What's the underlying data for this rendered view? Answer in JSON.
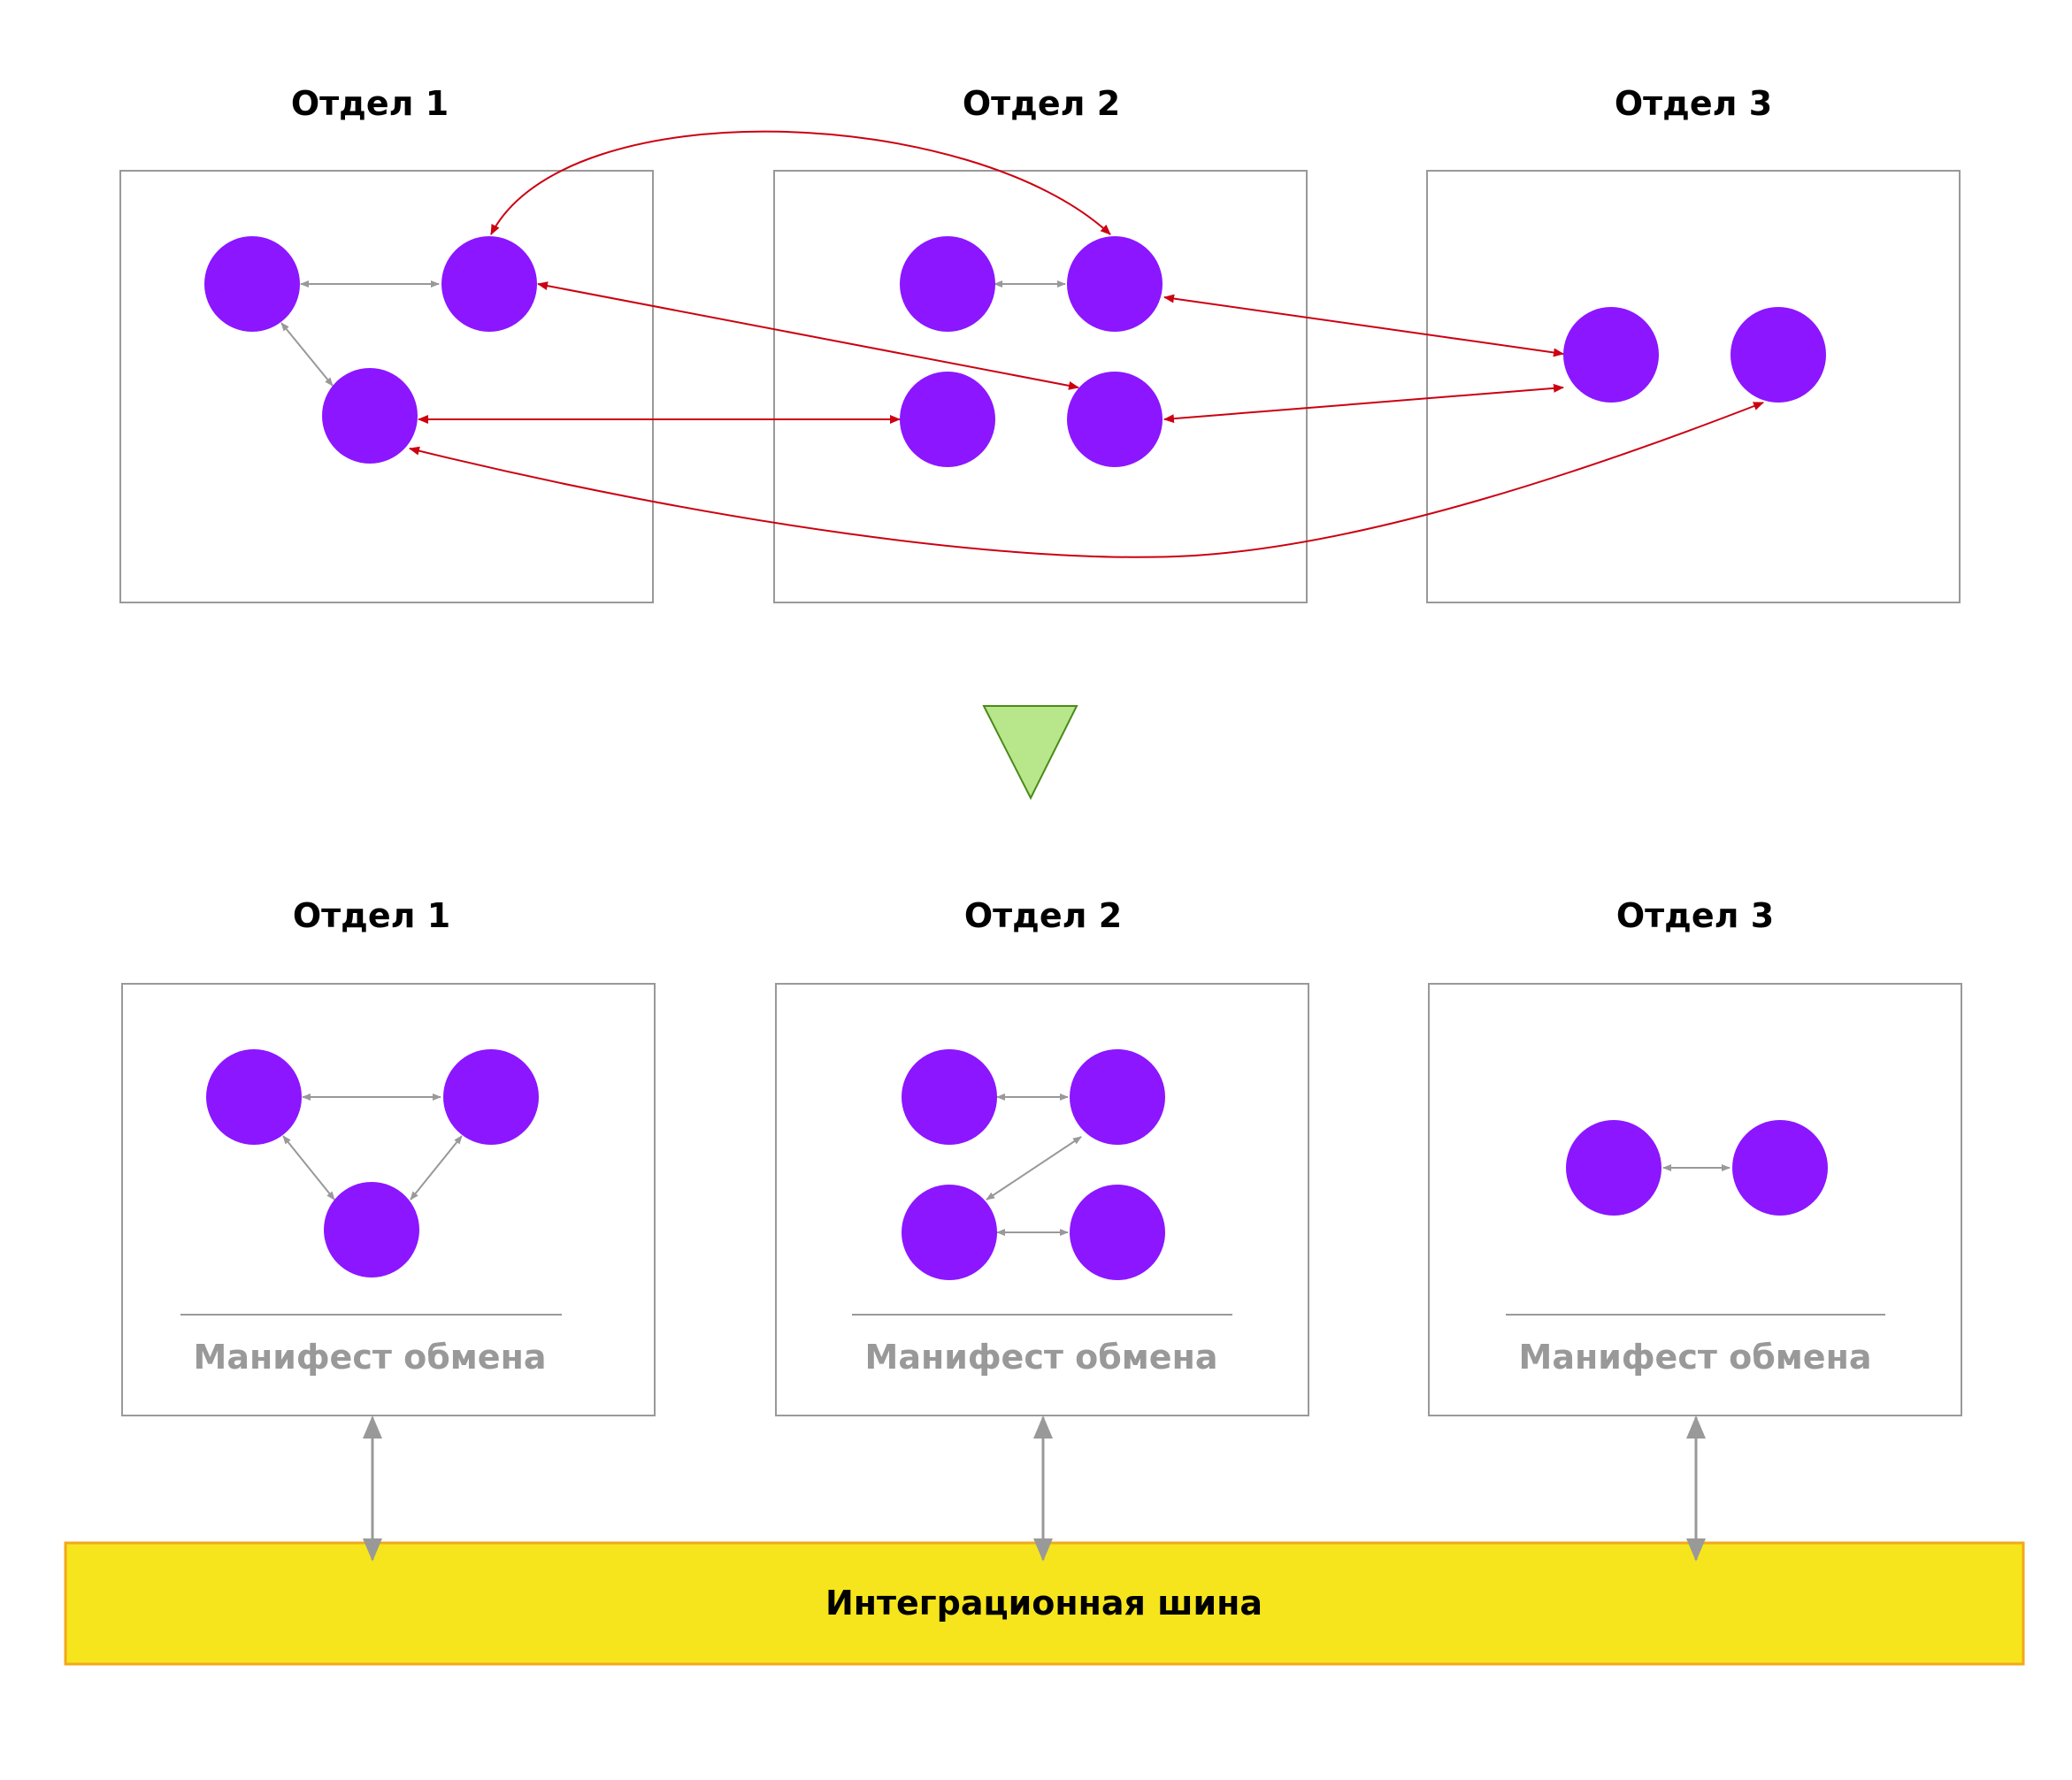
{
  "colors": {
    "node": "#8b16ff",
    "internal_link": "#999999",
    "cross_link": "#cc0011",
    "box_border": "#999999",
    "divider": "#999999",
    "bus_fill": "#f6e51c",
    "bus_border": "#f2a81e",
    "transition_fill": "#b8e68a",
    "transition_border": "#4a8a1a"
  },
  "before": {
    "departments": [
      {
        "title": "Отдел 1",
        "node_count": 3
      },
      {
        "title": "Отдел 2",
        "node_count": 4
      },
      {
        "title": "Отдел 3",
        "node_count": 2
      }
    ]
  },
  "transition": {
    "icon": "down-triangle-icon"
  },
  "after": {
    "departments": [
      {
        "title": "Отдел 1",
        "manifest": "Манифест обмена",
        "node_count": 3
      },
      {
        "title": "Отдел 2",
        "manifest": "Манифест обмена",
        "node_count": 4
      },
      {
        "title": "Отдел 3",
        "manifest": "Манифест обмена",
        "node_count": 2
      }
    ],
    "bus": {
      "label": "Интеграционная шина"
    }
  }
}
